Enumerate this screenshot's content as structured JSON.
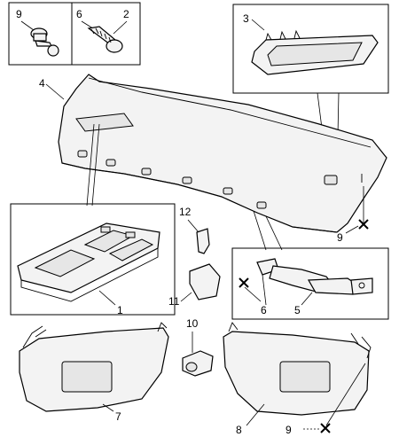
{
  "callouts": {
    "c1": "1",
    "c2": "2",
    "c3": "3",
    "c4": "4",
    "c5": "5",
    "c6": "6",
    "c7": "7",
    "c8": "8",
    "c9": "9",
    "c10": "10",
    "c11": "11",
    "c12": "12"
  },
  "inset_fasteners": {
    "label_clip": "9",
    "label_screw_a": "6",
    "label_screw_b": "2"
  },
  "markers": {
    "x_label_a": "9",
    "x_label_b": "6",
    "x_label_c": "9"
  }
}
